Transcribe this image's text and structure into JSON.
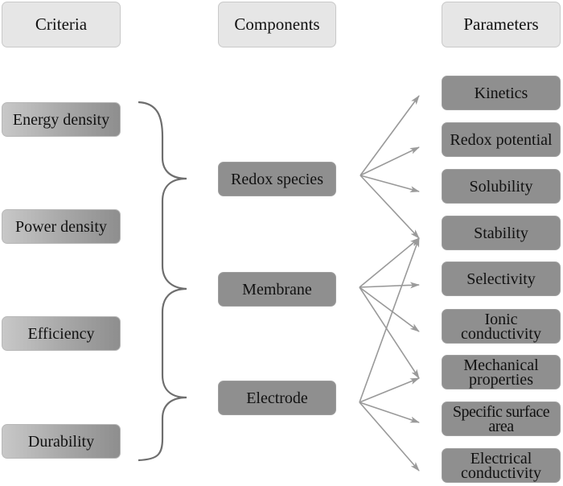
{
  "headers": {
    "criteria": "Criteria",
    "components": "Components",
    "parameters": "Parameters"
  },
  "criteria": [
    {
      "id": "energy-density",
      "label": "Energy density"
    },
    {
      "id": "power-density",
      "label": "Power density"
    },
    {
      "id": "efficiency",
      "label": "Efficiency"
    },
    {
      "id": "durability",
      "label": "Durability"
    }
  ],
  "components": [
    {
      "id": "redox-species",
      "label": "Redox species"
    },
    {
      "id": "membrane",
      "label": "Membrane"
    },
    {
      "id": "electrode",
      "label": "Electrode"
    }
  ],
  "parameters": [
    {
      "id": "kinetics",
      "label": "Kinetics"
    },
    {
      "id": "redox-potential",
      "label": "Redox potential"
    },
    {
      "id": "solubility",
      "label": "Solubility"
    },
    {
      "id": "stability",
      "label": "Stability"
    },
    {
      "id": "selectivity",
      "label": "Selectivity"
    },
    {
      "id": "ionic-conductivity",
      "label": "Ionic conductivity"
    },
    {
      "id": "mechanical-properties",
      "label": "Mechanical properties"
    },
    {
      "id": "specific-surface-area",
      "label": "Specific surface area"
    },
    {
      "id": "electrical-conductivity",
      "label": "Electrical conductivity"
    }
  ],
  "criteria_to_components": "all criteria grouped by brace to each component",
  "links": [
    {
      "from": "redox-species",
      "to": "kinetics"
    },
    {
      "from": "redox-species",
      "to": "redox-potential"
    },
    {
      "from": "redox-species",
      "to": "solubility"
    },
    {
      "from": "redox-species",
      "to": "stability"
    },
    {
      "from": "membrane",
      "to": "stability"
    },
    {
      "from": "membrane",
      "to": "selectivity"
    },
    {
      "from": "membrane",
      "to": "ionic-conductivity"
    },
    {
      "from": "membrane",
      "to": "mechanical-properties"
    },
    {
      "from": "electrode",
      "to": "stability"
    },
    {
      "from": "electrode",
      "to": "mechanical-properties"
    },
    {
      "from": "electrode",
      "to": "specific-surface-area"
    },
    {
      "from": "electrode",
      "to": "electrical-conductivity"
    }
  ],
  "colors": {
    "header_fill": "#e6e6e6",
    "box_fill": "#8f8f8f",
    "line": "#999999",
    "brace": "#6e6e6e"
  }
}
